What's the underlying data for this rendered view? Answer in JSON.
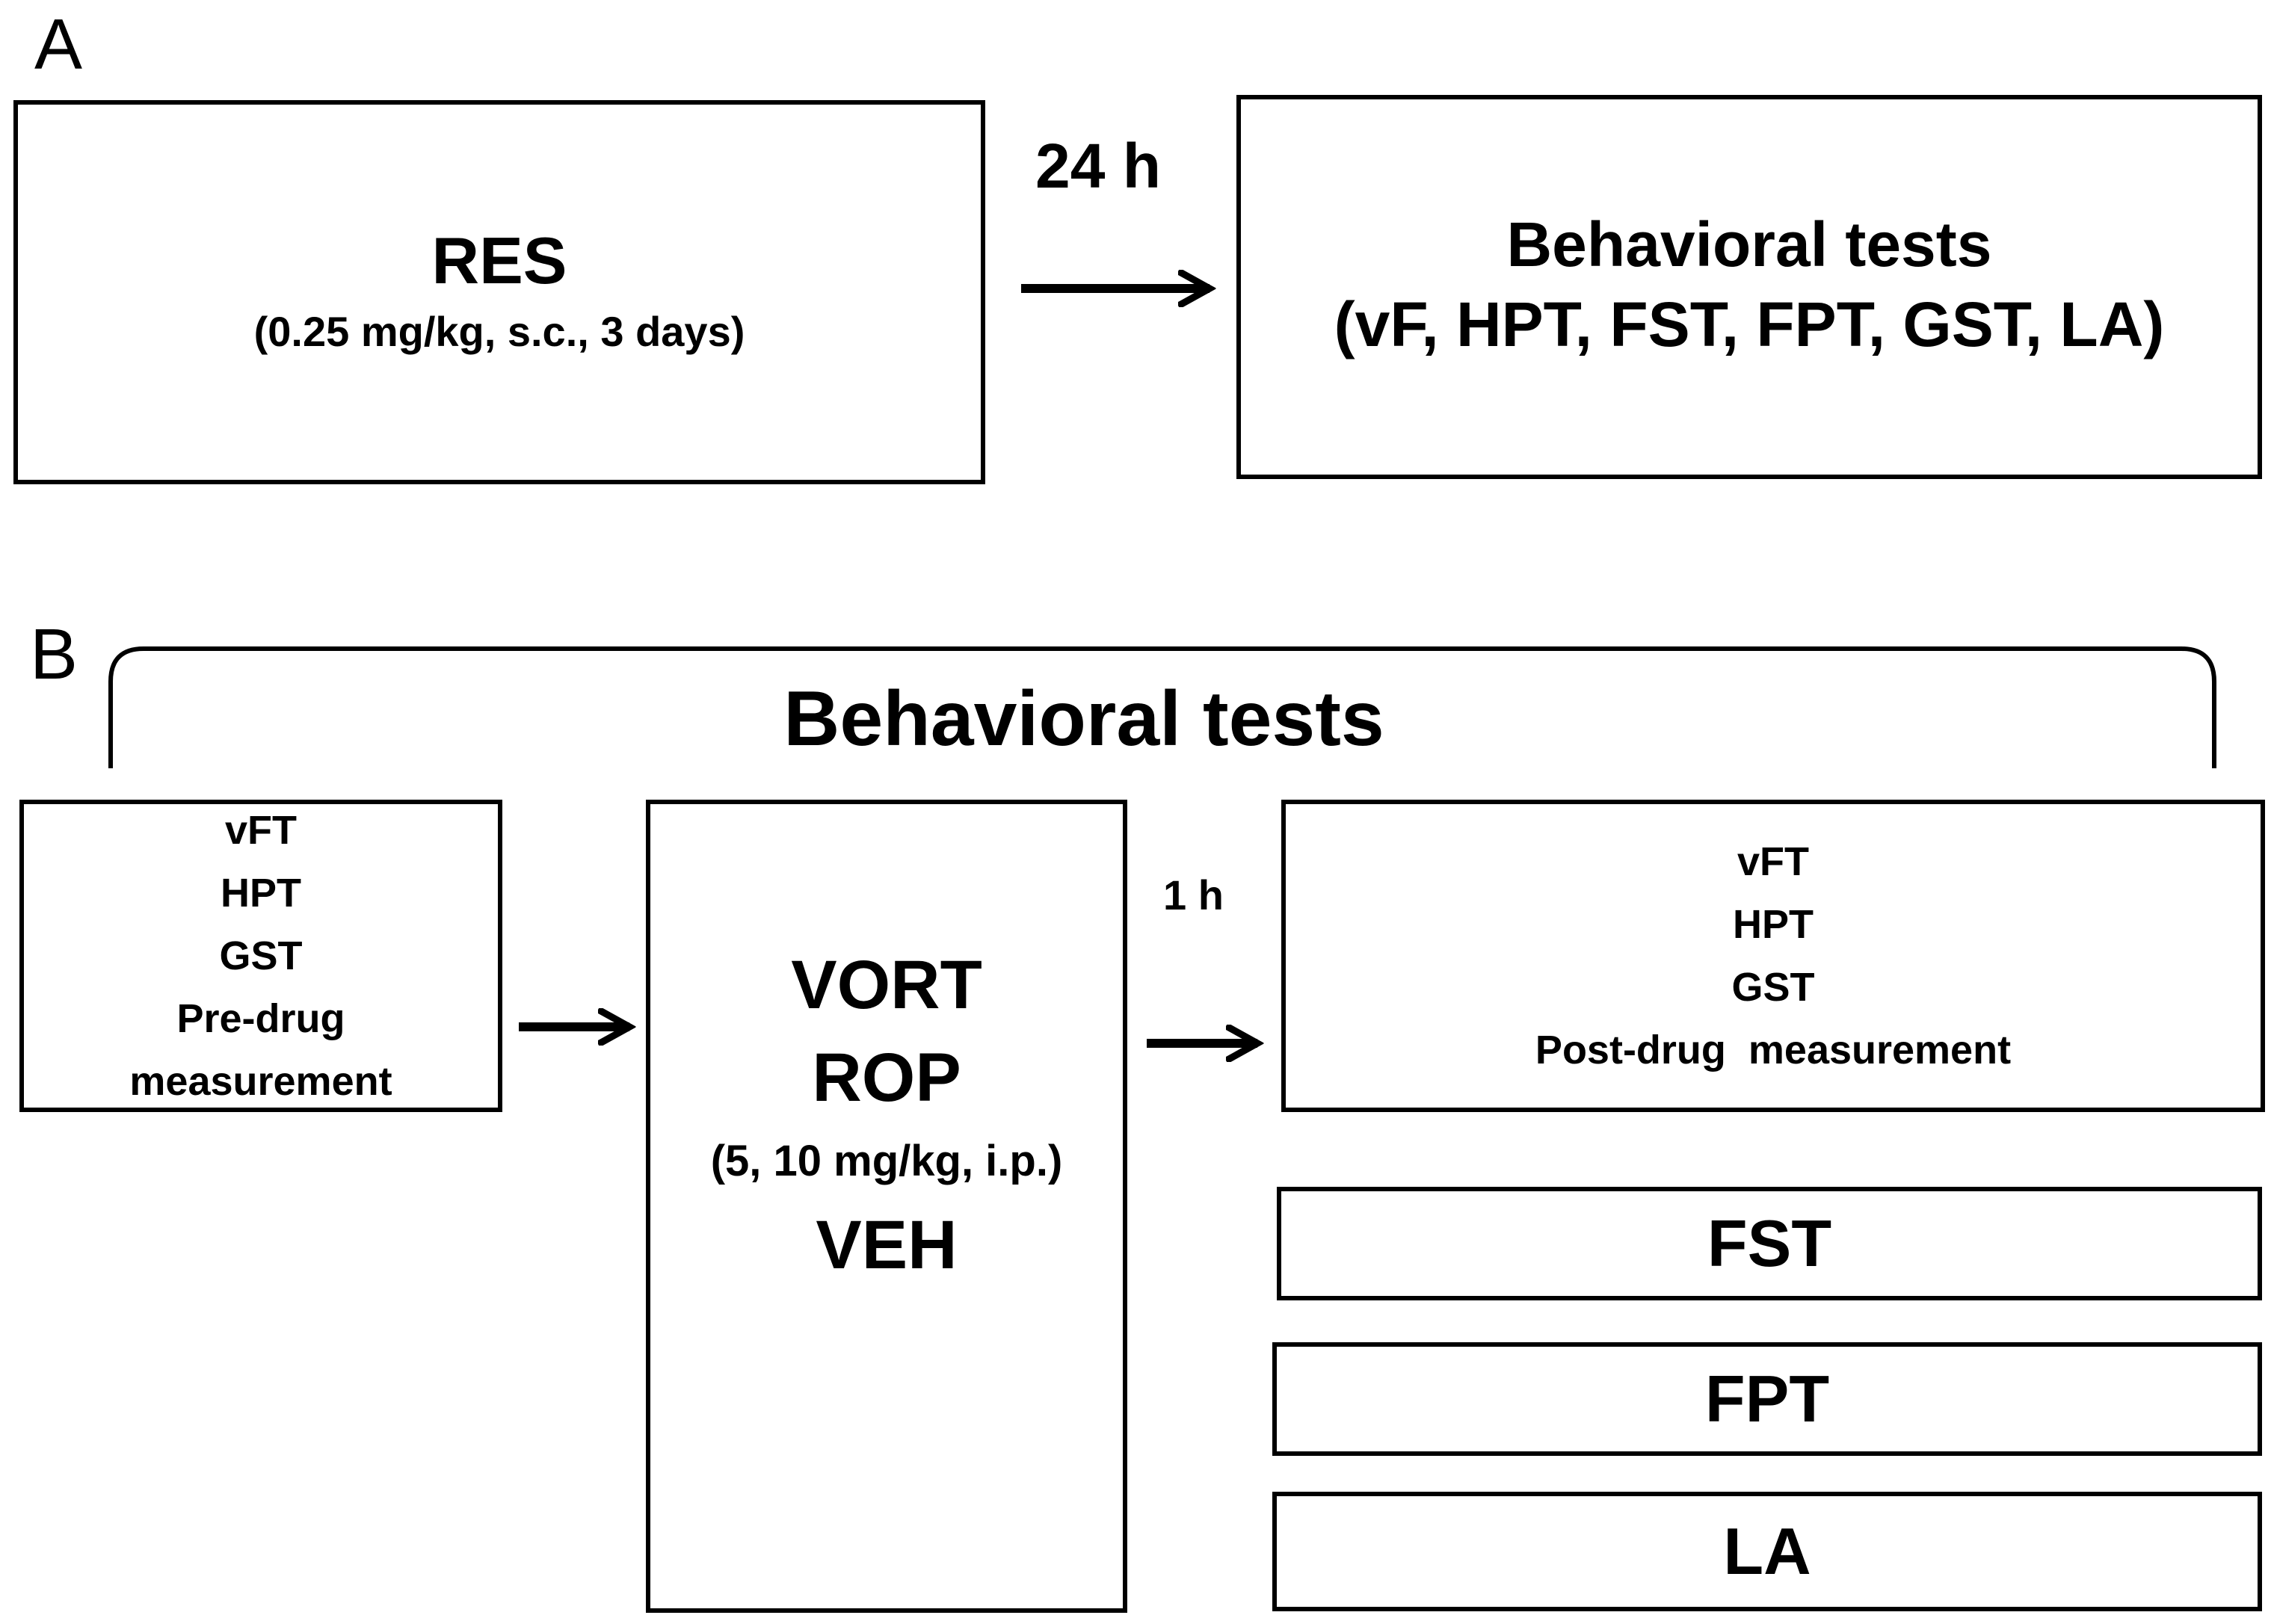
{
  "panel_a": {
    "letter": "A",
    "res_box": {
      "title": "RES",
      "detail": "(0.25 mg/kg, s.c., 3 days)"
    },
    "interval": "24 h",
    "tests_box": {
      "title": "Behavioral tests",
      "detail": "(vF, HPT, FST, FPT, GST, LA)"
    }
  },
  "panel_b": {
    "letter": "B",
    "bracket_title": "Behavioral tests",
    "pre_box": {
      "lines": [
        "vFT",
        "HPT",
        "GST",
        "Pre-drug",
        "measurement"
      ]
    },
    "drug_box": {
      "line1": "VORT",
      "line2": "ROP",
      "dose": "(5, 10 mg/kg, i.p.)",
      "line4": "VEH"
    },
    "interval": "1 h",
    "post_box": {
      "lines": [
        "vFT",
        "HPT",
        "GST",
        "Post-drug  measurement"
      ]
    },
    "extra_tests": [
      "FST",
      "FPT",
      "LA"
    ]
  }
}
